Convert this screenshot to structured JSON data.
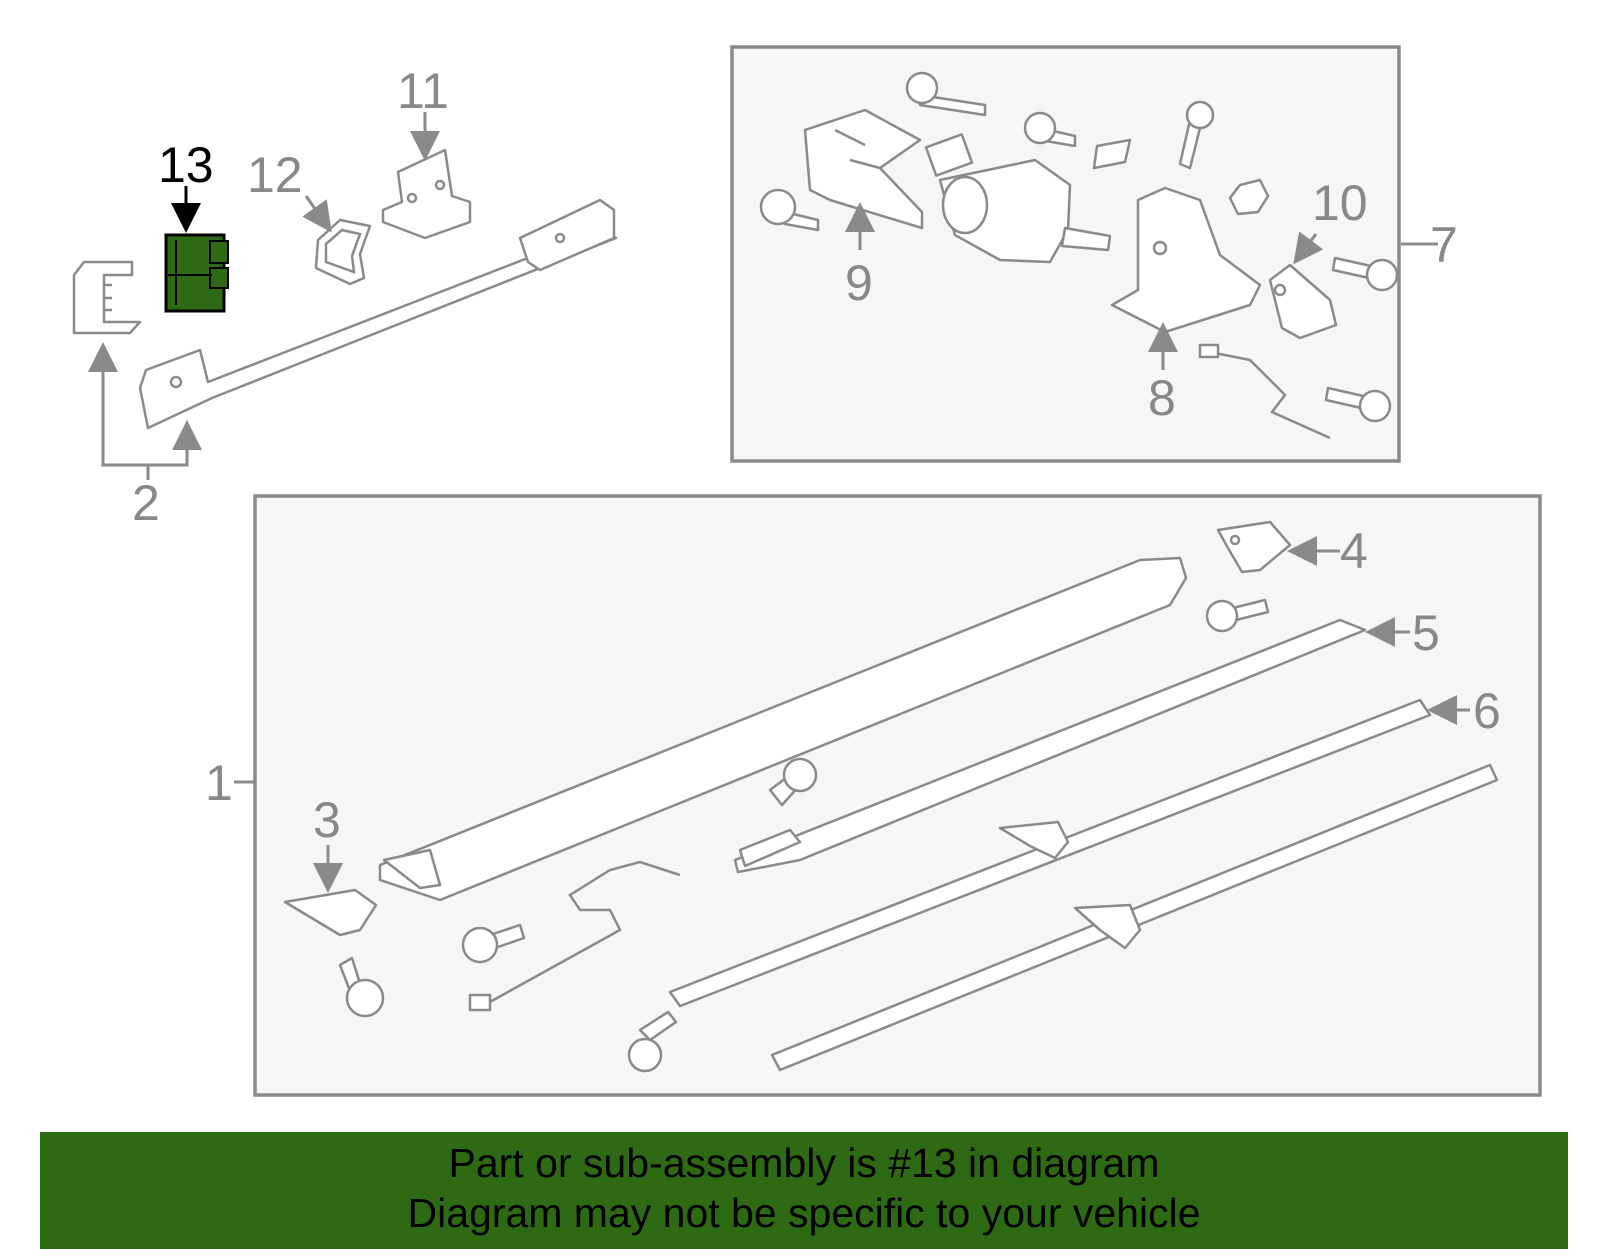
{
  "diagram": {
    "callouts": {
      "c1": "1",
      "c2": "2",
      "c3": "3",
      "c4": "4",
      "c5": "5",
      "c6": "6",
      "c7": "7",
      "c8": "8",
      "c9": "9",
      "c10": "10",
      "c11": "11",
      "c12": "12",
      "c13": "13"
    },
    "highlighted_part": "13",
    "highlight_color": "#2e6a14"
  },
  "banner": {
    "line1": "Part or sub-assembly is #13 in diagram",
    "line2": "Diagram may not be specific to your vehicle",
    "background": "#2e6a14"
  }
}
